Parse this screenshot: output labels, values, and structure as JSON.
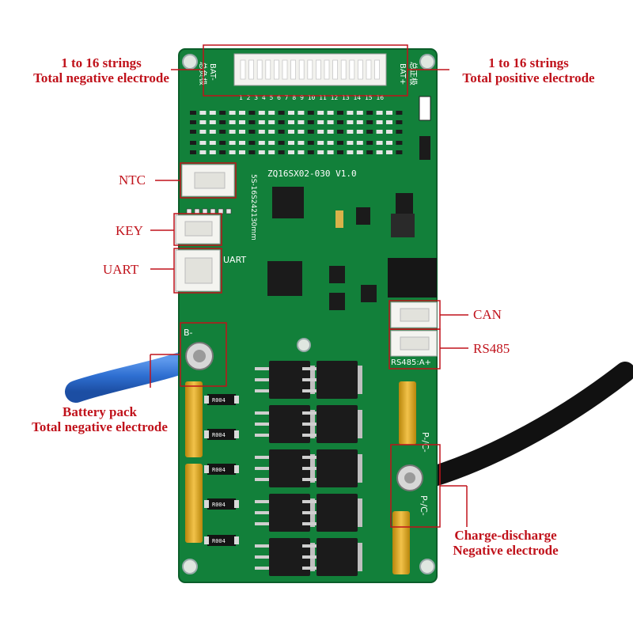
{
  "colors": {
    "annotation": "#c0121b",
    "pcb": "#12803a",
    "pcb_dark": "#0b5e2a",
    "copper_pad": "#d6a21e",
    "mosfet": "#1b1b1b",
    "cable_blue": "#2e6fd1",
    "cable_black": "#111111"
  },
  "labels": {
    "strings_neg_line1": "1 to 16 strings",
    "strings_neg_line2": "Total negative electrode",
    "strings_pos_line1": "1 to 16 strings",
    "strings_pos_line2": "Total positive electrode",
    "ntc": "NTC",
    "key": "KEY",
    "uart": "UART",
    "can": "CAN",
    "rs485": "RS485",
    "battery_line1": "Battery pack",
    "battery_line2": "Total negative electrode",
    "charge_line1": "Charge-discharge",
    "charge_line2": "Negative electrode"
  },
  "board_text": {
    "model": "ZQ16SX02-030  V1.0",
    "bat_minus": "BAT-",
    "bat_plus": "BAT+",
    "cn_total_neg": "总负极",
    "cn_total_pos": "总正极",
    "pin_numbers": "1 2 3 4 5 6 7 8 9 10 11 12 13 14 15 16",
    "side_text": "5S-16S242130mm",
    "uart_silk": "UART",
    "rs485_silk": "RS485:A+",
    "b_minus": "B-",
    "p_minus_upper": "P-/C-",
    "p_minus_lower": "P-/C-",
    "resistor_code": "R004"
  }
}
